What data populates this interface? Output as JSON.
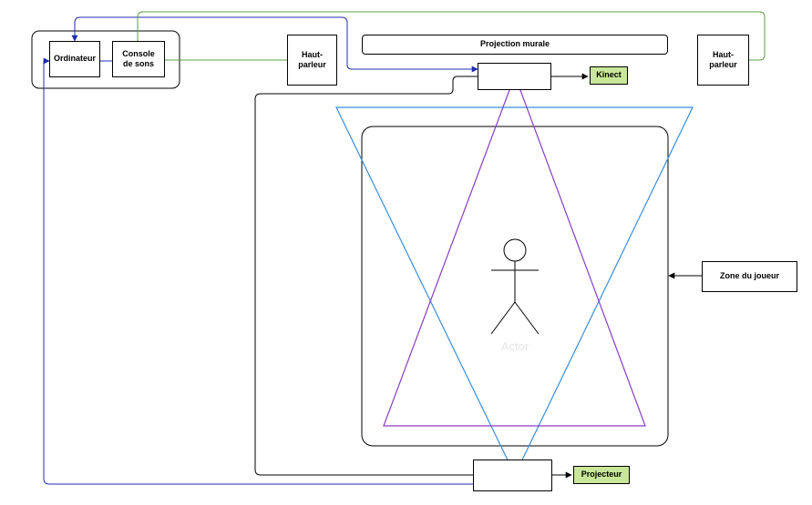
{
  "nodes": {
    "ordinateur": "Ordinateur",
    "console": "Console\nde sons",
    "haut_parleur_left": "Haut-\nparleur",
    "projection_murale": "Projection murale",
    "haut_parleur_right": "Haut-\nparleur",
    "kinect": "Kinect",
    "zone_joueur": "Zone du joueur",
    "projecteur": "Projecteur",
    "actor": "Actor"
  },
  "colors": {
    "blue_link": "#1f2db0",
    "green_link": "#5aa040",
    "projector_cone": "#3b8ed8",
    "kinect_cone": "#8a3cc4",
    "device_tag": "#c9e79a"
  }
}
